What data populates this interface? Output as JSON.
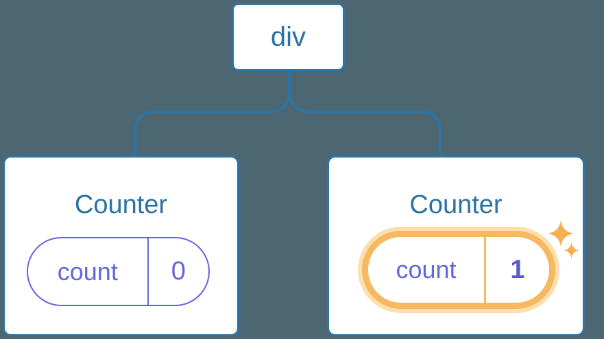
{
  "root": {
    "label": "div"
  },
  "cards": [
    {
      "title": "Counter",
      "state_name": "count",
      "state_value": "0",
      "highlighted": false
    },
    {
      "title": "Counter",
      "state_name": "count",
      "state_value": "1",
      "highlighted": true
    }
  ],
  "icons": {
    "sparkle": "four-pointed-star"
  },
  "colors": {
    "background": "#4c6771",
    "node_fill": "#ffffff",
    "accent_blue": "#2d74a4",
    "text_blue": "#2b71a2",
    "purple": "#6366db",
    "purple_bold": "#5659d4",
    "orange": "#f6b860",
    "orange_halo": "#fcdfae",
    "sparkle": "#f5ae52"
  }
}
